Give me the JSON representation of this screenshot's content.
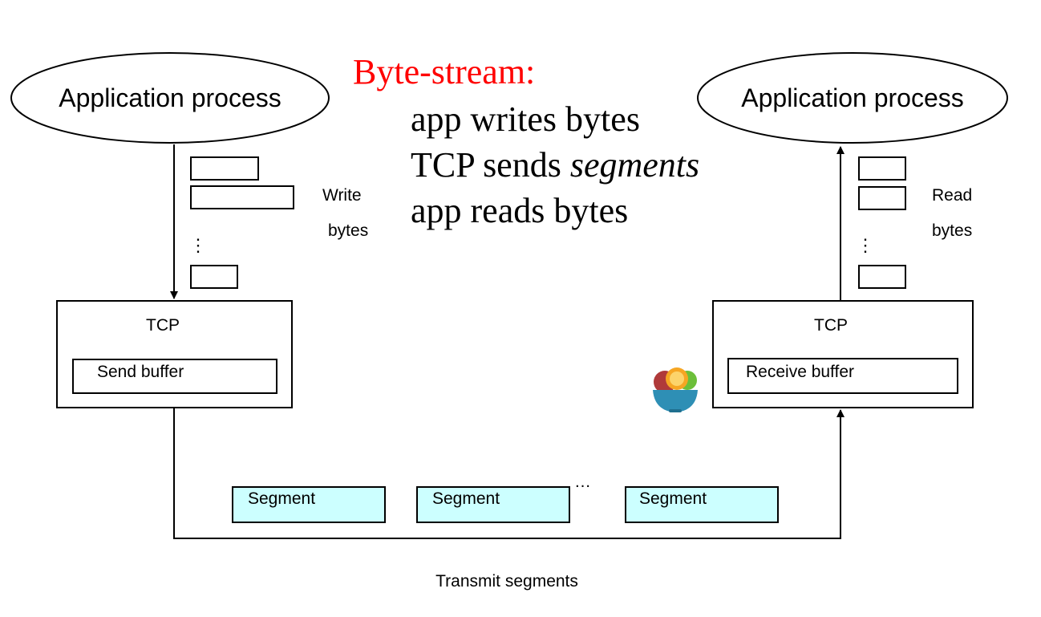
{
  "title": "Byte-stream:",
  "bullets": {
    "line1": "app writes bytes",
    "line2_prefix": "TCP sends ",
    "line2_em": "segments",
    "line3": "app reads bytes"
  },
  "left": {
    "process_label": "Application process",
    "tcp_label": "TCP",
    "buffer_label": "Send buffer",
    "action_line1": "Write",
    "action_line2": "bytes",
    "dots": "⋮"
  },
  "right": {
    "process_label": "Application process",
    "tcp_label": "TCP",
    "buffer_label": "Receive buffer",
    "action_line1": "Read",
    "action_line2": "bytes",
    "dots": "⋮"
  },
  "segments": [
    "Segment",
    "Segment",
    "Segment"
  ],
  "segment_ellipsis": "…",
  "transmit_label": "Transmit segments",
  "colors": {
    "title": "#ff0000",
    "segment_fill": "#ccffff",
    "line": "#000000"
  },
  "icons": {
    "logo": "fruit-bowl-icon"
  }
}
